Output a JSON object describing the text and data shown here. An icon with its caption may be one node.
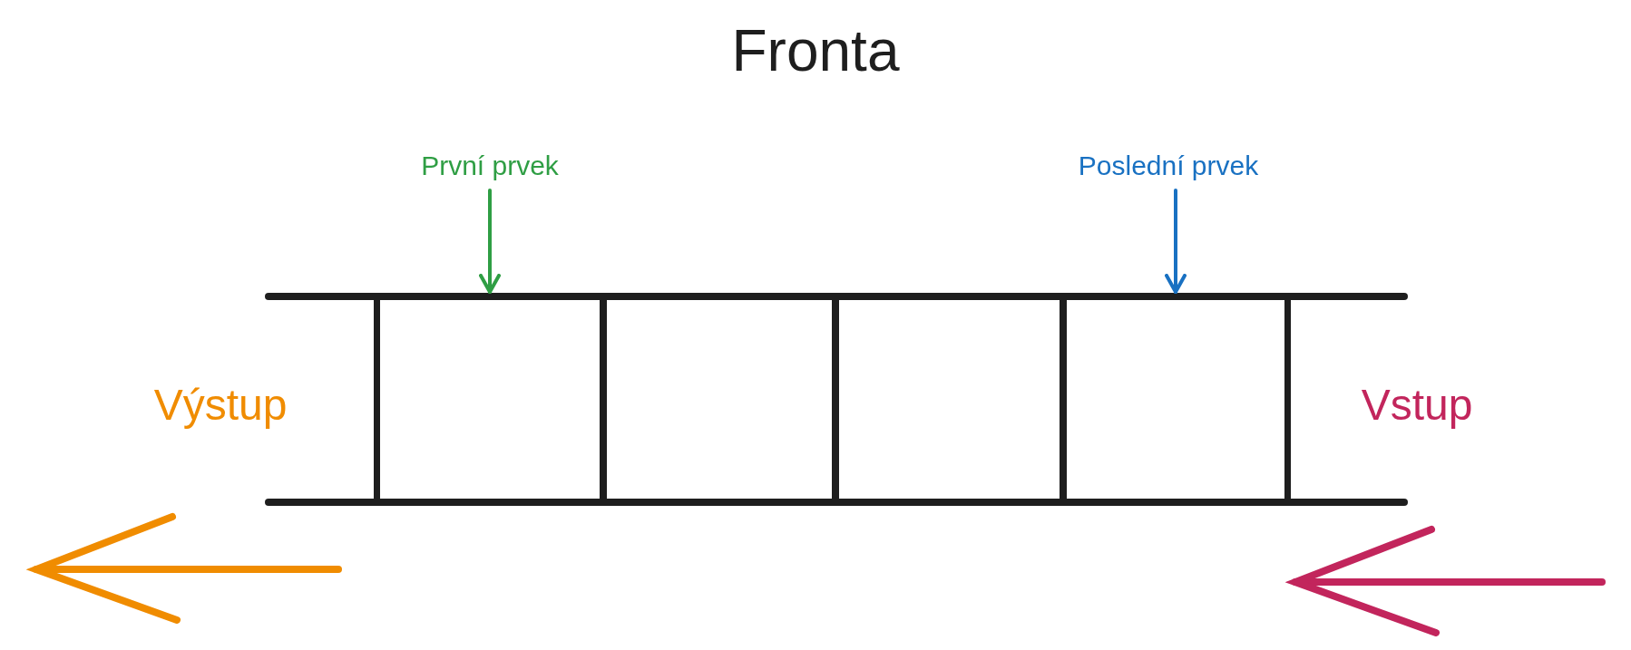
{
  "diagram": {
    "title": "Fronta",
    "nodes": [
      {
        "text": [
          "První prvek"
        ]
      },
      {
        "text": [
          "Poslední prvek"
        ]
      },
      {
        "text": [],
        "shape": "box"
      },
      {
        "text": [],
        "shape": "box"
      },
      {
        "text": [],
        "shape": "box"
      },
      {
        "text": [],
        "shape": "box"
      }
    ],
    "edges": [
      {
        "from": 0,
        "to": 2,
        "arrow": "to",
        "color": "#2f9e44"
      },
      {
        "from": 1,
        "to": 5,
        "arrow": "to",
        "color": "#1971c2"
      }
    ],
    "labels": [
      "Výstup",
      "Vstup"
    ]
  }
}
